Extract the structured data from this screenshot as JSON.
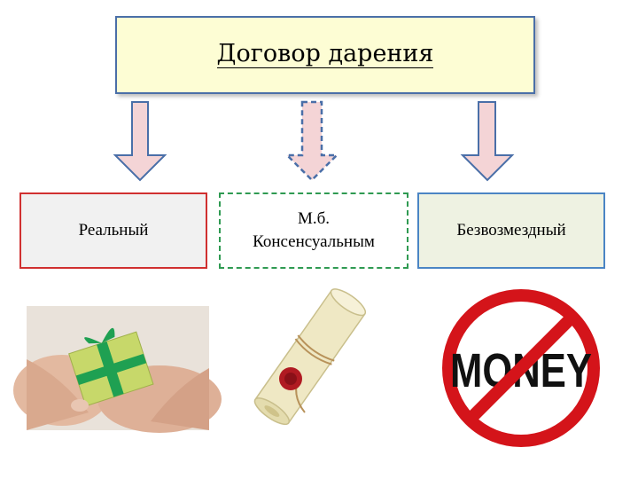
{
  "title": "Договор дарения",
  "boxes": [
    {
      "label": "Реальный"
    },
    {
      "label": "М.б.\nКонсенсуальным"
    },
    {
      "label": "Безвозмездный"
    }
  ],
  "images": [
    {
      "icon": "gift-in-hands-image"
    },
    {
      "icon": "scroll-with-seal-image"
    },
    {
      "icon": "no-money-image",
      "text": "MONEY"
    }
  ],
  "colors": {
    "title_bg": "#fdfdd4",
    "arrow_fill": "#f4d4d6",
    "arrow_stroke": "#4a6fa8",
    "box1_border": "#d03030",
    "box2_border": "#2f9a52",
    "box3_border": "#4b85c4",
    "prohibition_red": "#d4141a"
  }
}
